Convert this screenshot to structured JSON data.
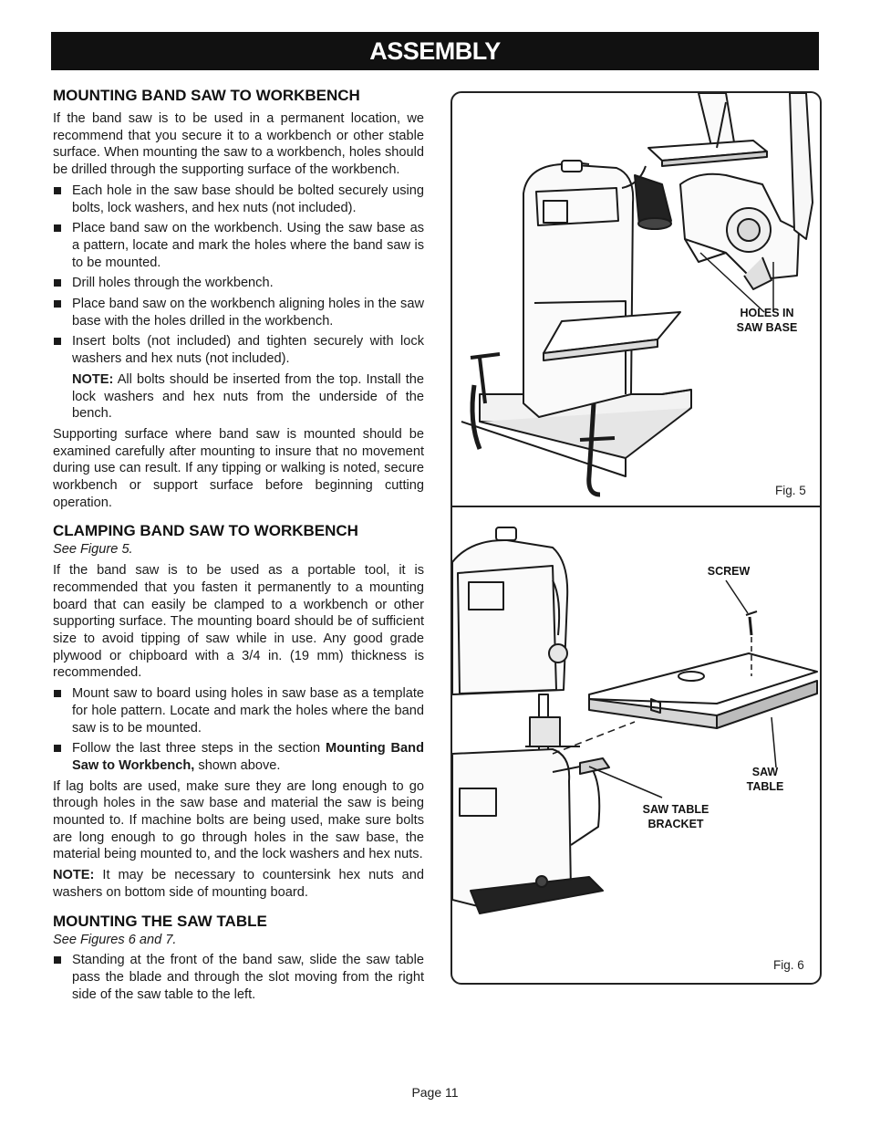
{
  "header": {
    "title": "ASSEMBLY"
  },
  "section1": {
    "heading": "MOUNTING BAND SAW TO WORKBENCH",
    "intro": "If the band saw is to be used in a permanent location, we recommend that you secure it to a workbench or other stable surface. When mounting the saw to a workbench, holes should be drilled through the supporting surface of the workbench.",
    "bullets": [
      "Each hole in the saw base should be bolted securely using bolts, lock washers, and hex nuts (not included).",
      "Place band saw on the workbench. Using the saw base as a pattern, locate and mark the holes where the band saw is to be mounted.",
      "Drill holes through the workbench.",
      "Place band saw on the workbench aligning holes in the saw base with the holes drilled in the workbench.",
      "Insert bolts (not included) and tighten securely with lock washers and hex nuts (not included)."
    ],
    "note_label": "NOTE:",
    "note_text": " All bolts should be inserted from the top. Install the lock washers and hex nuts from the underside of the bench.",
    "closing": "Supporting surface where band saw is mounted should be examined carefully after mounting to insure that no movement during use can result. If any tipping or walking is noted, secure workbench or support surface before beginning cutting operation."
  },
  "section2": {
    "heading": "CLAMPING BAND SAW TO WORKBENCH",
    "see": "See Figure 5.",
    "intro": "If the band saw is to be used as a portable tool, it is recommended that you fasten it permanently to a mounting board that can easily be clamped to a workbench or other supporting surface. The mounting board should be of sufficient size to avoid tipping of saw while in use. Any good grade plywood or chipboard with a 3/4 in. (19 mm) thickness is recommended.",
    "bullet1": "Mount saw to board using holes in saw base as a template for hole pattern. Locate and mark the holes where the band saw is to be mounted.",
    "bullet2_pre": "Follow the last three steps in the section ",
    "bullet2_bold": "Mounting Band Saw to Workbench,",
    "bullet2_post": " shown above.",
    "lag": "If lag bolts are used, make sure they are long enough to go through holes in the saw base and material the saw is being mounted to. If machine bolts are being used, make sure bolts are long enough to go through holes in the saw base, the material being mounted to, and the lock washers and hex nuts.",
    "note_label": "NOTE:",
    "note_text": " It may be necessary to countersink hex nuts and washers on bottom side of mounting board."
  },
  "section3": {
    "heading": "MOUNTING THE SAW TABLE",
    "see": "See Figures 6 and 7.",
    "bullet1": "Standing at the front of the band saw, slide the saw table pass the blade and through the slot moving from the right side of the saw table to the left."
  },
  "figure5": {
    "label_holes": "HOLES IN SAW BASE",
    "caption": "Fig. 5"
  },
  "figure6": {
    "label_screw": "SCREW",
    "label_table": "SAW TABLE",
    "label_bracket": "SAW TABLE BRACKET",
    "caption": "Fig. 6"
  },
  "footer": {
    "page": "Page 11"
  }
}
